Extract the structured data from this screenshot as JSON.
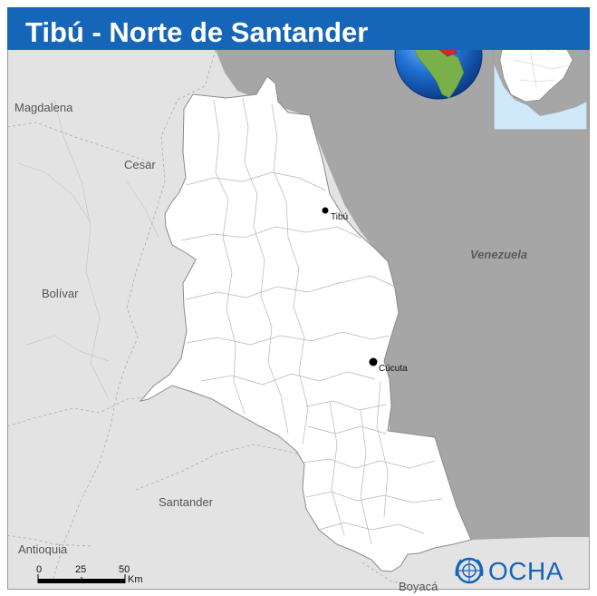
{
  "title": "Tibú - Norte de Santander",
  "labels": {
    "magdalena": "Magdalena",
    "cesar": "Cesar",
    "bolivar": "Bolívar",
    "santander": "Santander",
    "antioquia": "Antioquia",
    "boyaca": "Boyacá",
    "venezuela": "Venezuela"
  },
  "cities": {
    "tibu": "Tibú",
    "cucuta": "Cúcuta"
  },
  "scale": {
    "ticks": [
      "0",
      "25",
      "50"
    ],
    "unit": "Km"
  },
  "logo": {
    "text": "OCHA"
  },
  "colors": {
    "title_bar": "#1565b9",
    "department_fill": "#ffffff",
    "neighbor_fill": "#e3e3e3",
    "venezuela_fill": "#a6a6a6",
    "highlight": "#cf2b2b",
    "ocean": "#cfe9fb"
  },
  "icons": {
    "logo": "un-emblem-icon",
    "globe": "globe-locator-icon"
  }
}
